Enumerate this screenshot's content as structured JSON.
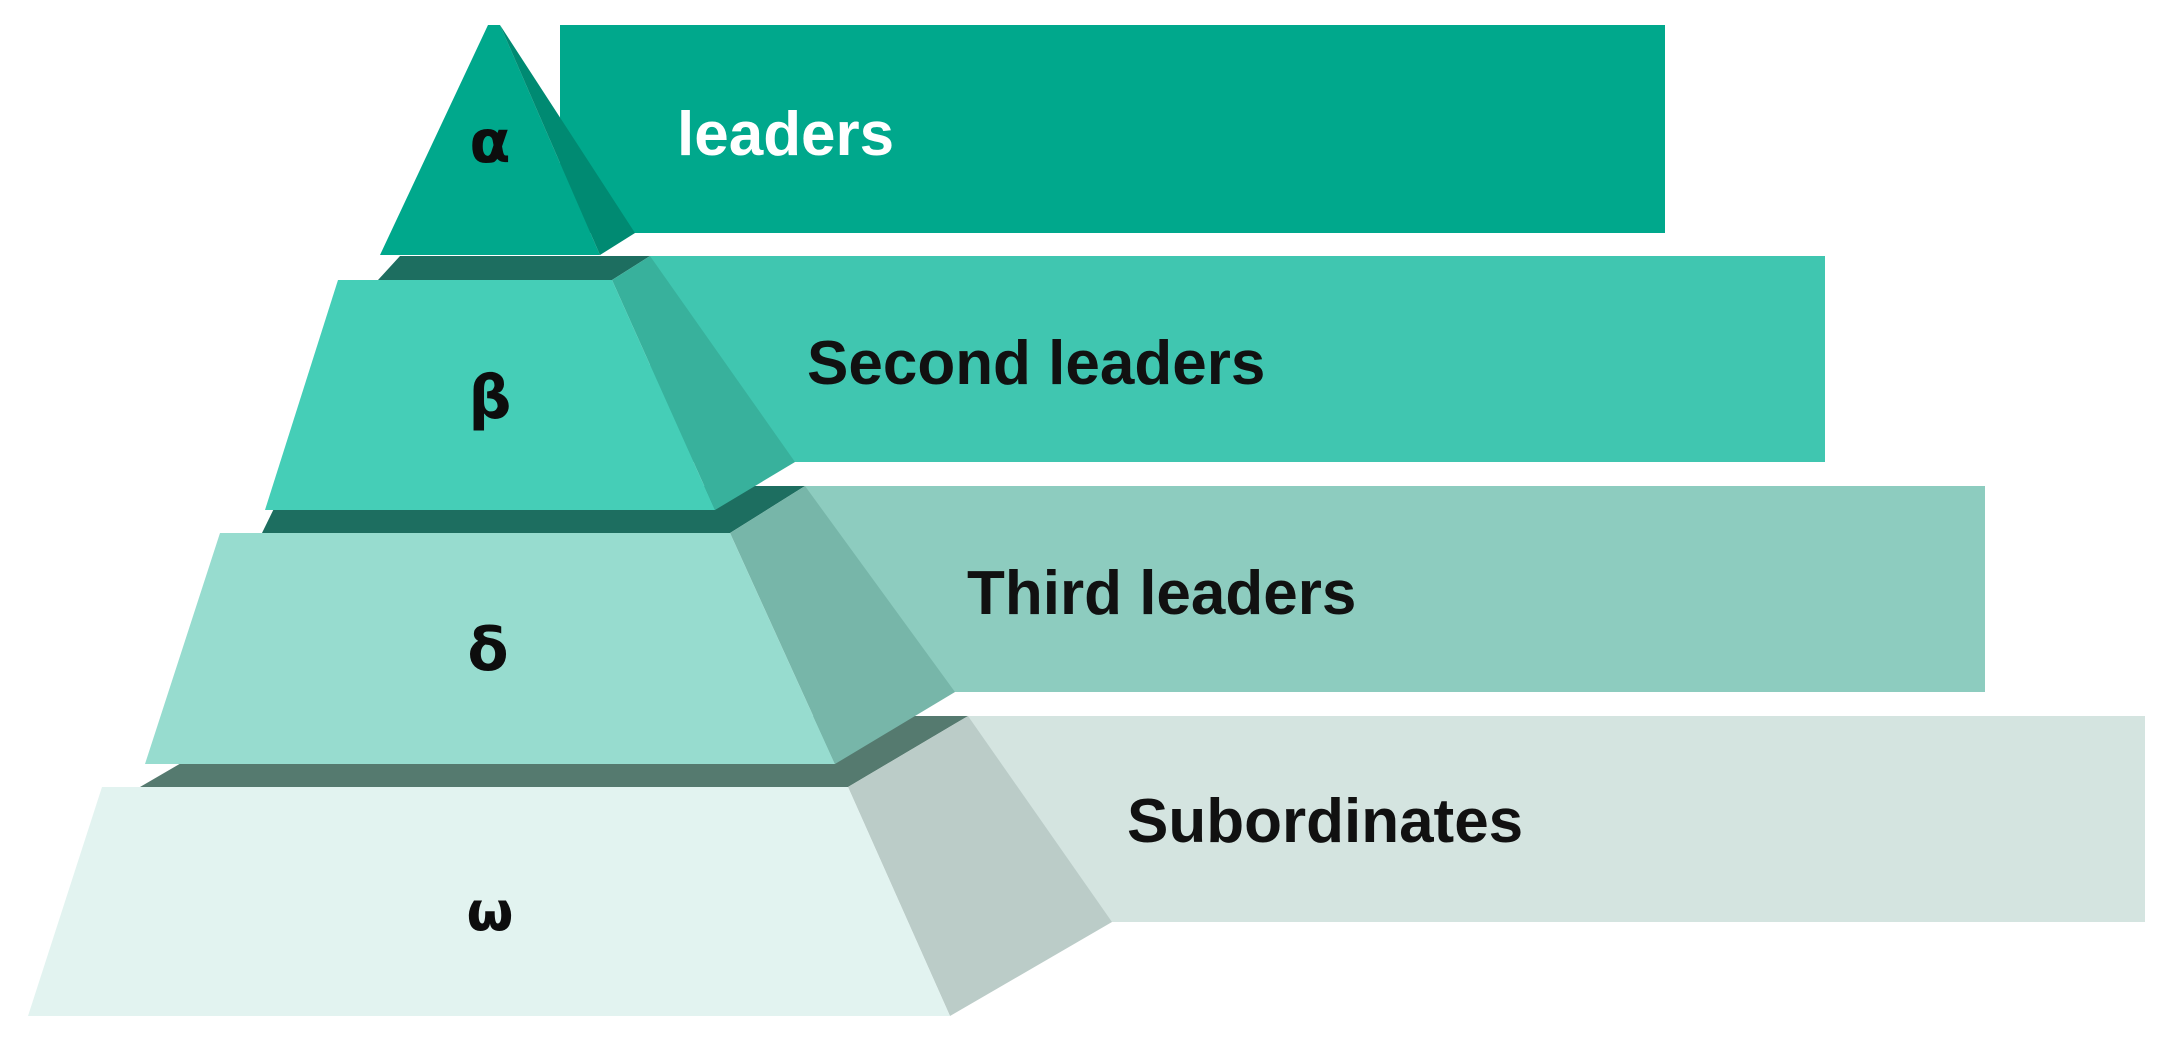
{
  "levels": [
    {
      "symbol": "α",
      "label": "leaders"
    },
    {
      "symbol": "β",
      "label": "Second leaders"
    },
    {
      "symbol": "δ",
      "label": "Third leaders"
    },
    {
      "symbol": "ω",
      "label": "Subordinates"
    }
  ],
  "colors": {
    "alpha_band": "#00A88C",
    "alpha_front": "#00A88C",
    "alpha_side": "#008A72",
    "beta_band": "#40C6B0",
    "beta_front": "#45CEB7",
    "beta_side": "#38B19C",
    "delta_band": "#8DCCBF",
    "delta_front": "#97DCCF",
    "delta_side": "#77B6A9",
    "omega_band": "#D4E4E0",
    "omega_front": "#E2F3F0",
    "omega_side": "#BBCCC8",
    "ledge_dark": "#1D6E60",
    "ledge_omega": "#557A6F"
  }
}
